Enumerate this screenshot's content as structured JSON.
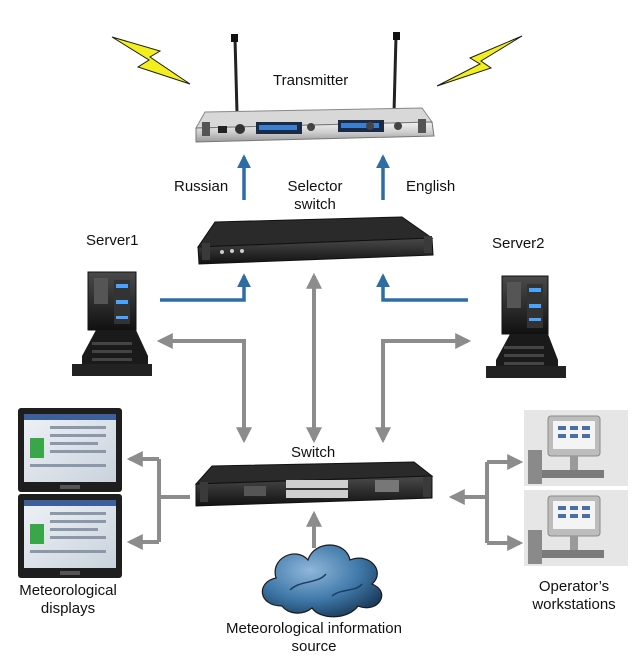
{
  "labels": {
    "transmitter": "Transmitter",
    "russian": "Russian",
    "selector_line1": "Selector",
    "selector_line2": "switch",
    "english": "English",
    "server1": "Server1",
    "server2": "Server2",
    "switch": "Switch",
    "met_displays_line1": "Meteorological",
    "met_displays_line2": "displays",
    "met_source_line1": "Meteorological information",
    "met_source_line2": "source",
    "operators_line1": "Operator’s",
    "operators_line2": "workstations"
  },
  "colors": {
    "blue_arrow": "#2e6da4",
    "gray_arrow": "#8c8c8c",
    "lightning": "#f2ef1c",
    "device_dark": "#1f1f1f",
    "cloud": "#3f78a8"
  },
  "icons": [
    "lightning-icon",
    "transmitter-icon",
    "selector-switch-icon",
    "server-icon",
    "network-switch-icon",
    "monitor-icon",
    "workstation-icon",
    "cloud-icon"
  ]
}
